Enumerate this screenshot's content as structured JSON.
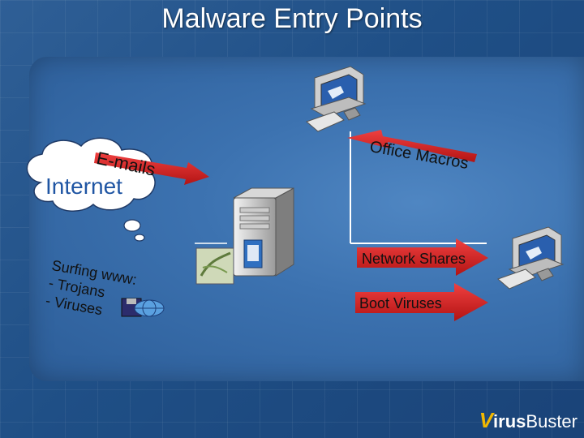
{
  "title": "Malware Entry Points",
  "cloud": {
    "label": "Internet"
  },
  "arrows": {
    "emails": "E-mails",
    "office_macros": "Office Macros",
    "network_shares": "Network Shares",
    "boot_viruses": "Boot Viruses"
  },
  "surfing": {
    "line1": "Surfing www:",
    "line2": "- Trojans",
    "line3": "- Viruses"
  },
  "logo": {
    "mark": "V",
    "text_bold": "irus",
    "text_regular": "Buster"
  },
  "colors": {
    "arrow": "#d42020",
    "background": "#2a5a94",
    "title": "#ffffff",
    "internet_text": "#1f55a3"
  },
  "icons": [
    "cloud-icon",
    "server-icon",
    "workstation-icon",
    "floppy-icon",
    "globe-icon",
    "leaf-thumbnail-icon"
  ]
}
